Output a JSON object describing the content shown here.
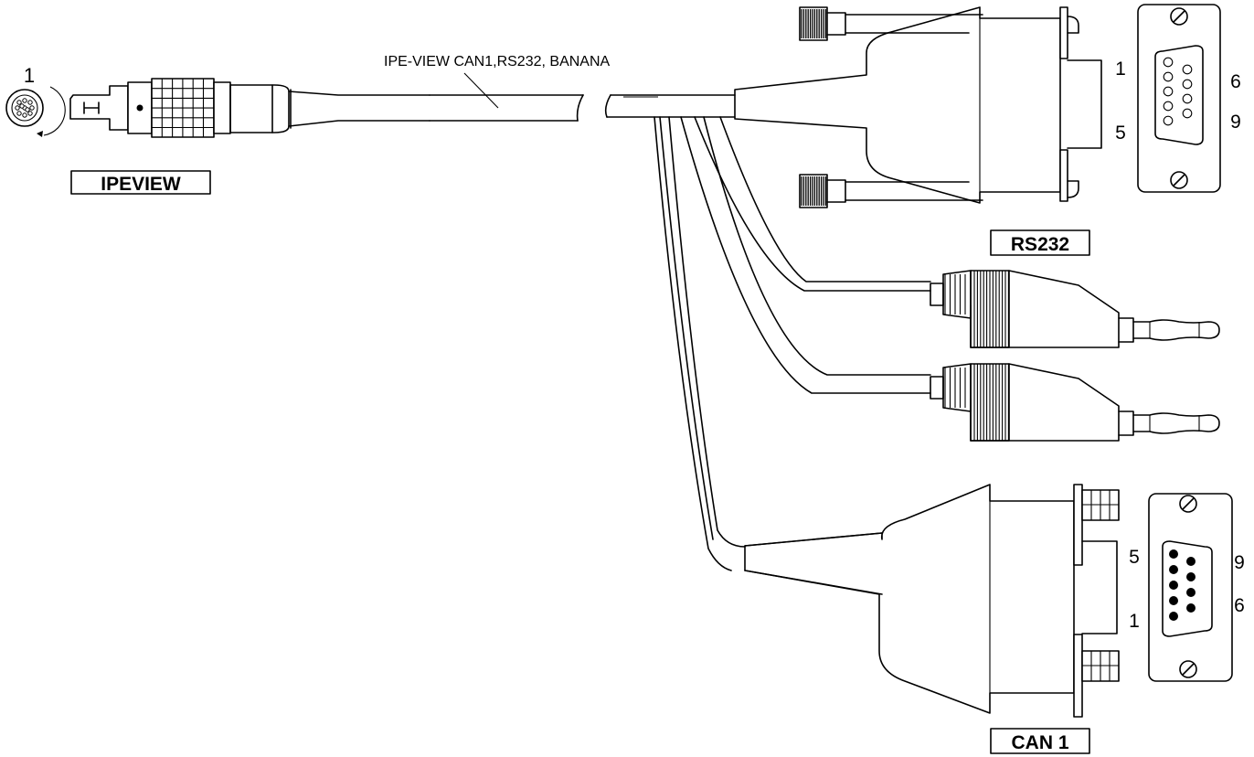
{
  "cable_label": "IPE-VIEW CAN1,RS232, BANANA",
  "ipeview": {
    "label": "IPEVIEW",
    "pin_marker": "1"
  },
  "rs232": {
    "label": "RS232",
    "pins": {
      "top_left": "1",
      "bottom_left": "5",
      "top_right": "6",
      "bottom_right": "9"
    }
  },
  "can1": {
    "label": "CAN 1",
    "pins": {
      "top_left": "5",
      "bottom_left": "1",
      "top_right": "9",
      "bottom_right": "6"
    }
  }
}
